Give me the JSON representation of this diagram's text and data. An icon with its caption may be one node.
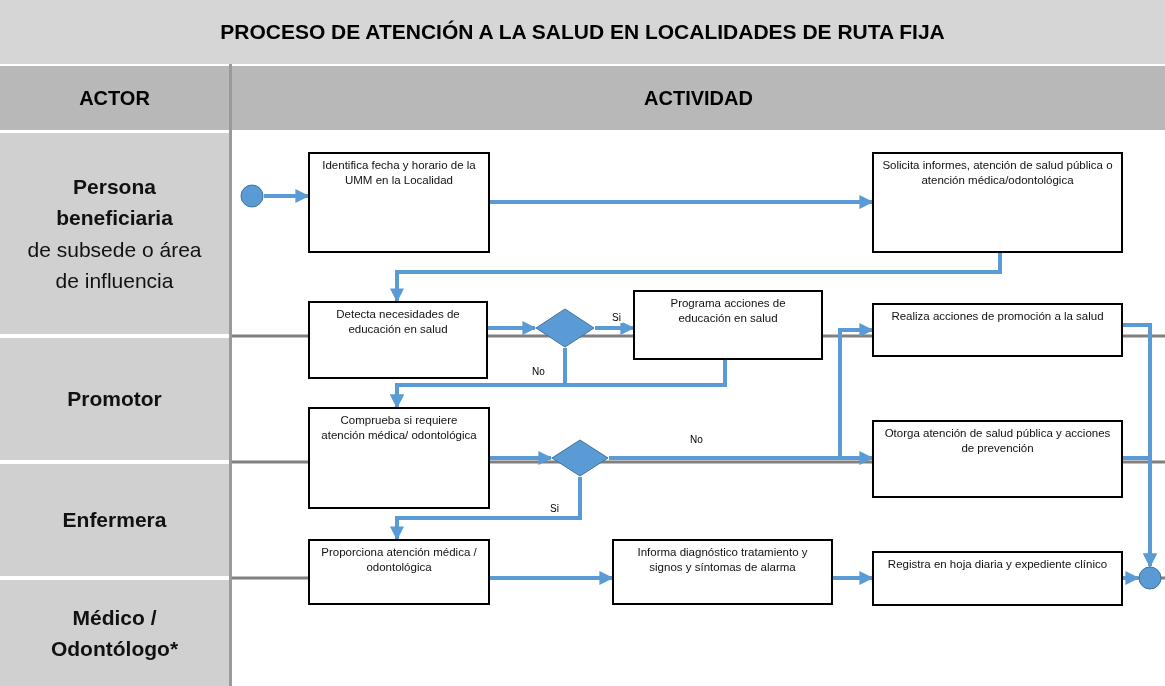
{
  "diagram": {
    "title": "PROCESO DE ATENCIÓN A LA SALUD EN LOCALIDADES DE RUTA FIJA",
    "nodes": [
      {
        "text": [
          "Persona beneficiaria",
          "de subsede o área de influencia"
        ]
      },
      {
        "text": [
          "Promotor"
        ]
      },
      {
        "text": [
          "Enfermera"
        ]
      },
      {
        "text": [
          "Médico / Odontólogo*"
        ]
      },
      {
        "text": [],
        "shape": "circle"
      },
      {
        "text": [
          "Identifica fecha y horario de la UMM en la Localidad"
        ]
      },
      {
        "text": [
          "Solicita informes, atención de salud pública o atención médica/odontológica"
        ]
      },
      {
        "text": [
          "Detecta necesidades de educación en salud"
        ]
      },
      {
        "text": [],
        "shape": "diamond"
      },
      {
        "text": [
          "Programa acciones de educación en salud"
        ]
      },
      {
        "text": [
          "Realiza acciones de promoción a la salud"
        ]
      },
      {
        "text": [
          "Comprueba si requiere atención médica/ odontológica"
        ]
      },
      {
        "text": [],
        "shape": "diamond"
      },
      {
        "text": [
          "Otorga atención de salud pública y acciones de prevención"
        ]
      },
      {
        "text": [
          "Proporciona atención médica / odontológica"
        ]
      },
      {
        "text": [
          "Informa diagnóstico tratamiento y signos y síntomas de alarma"
        ]
      },
      {
        "text": [
          "Registra en hoja diaria y expediente clínico"
        ]
      },
      {
        "text": [],
        "shape": "circle"
      }
    ],
    "edges": [
      {
        "from": 4,
        "to": 5,
        "arrow": "to"
      },
      {
        "from": 5,
        "to": 6,
        "arrow": "to"
      },
      {
        "from": 6,
        "to": 7,
        "arrow": "to"
      },
      {
        "from": 7,
        "to": 8,
        "arrow": "to"
      },
      {
        "from": 8,
        "to": 9,
        "arrow": "to",
        "label": "Si"
      },
      {
        "from": 8,
        "to": 11,
        "arrow": "to",
        "label": "No"
      },
      {
        "from": 9,
        "to": 11,
        "arrow": "to"
      },
      {
        "from": 11,
        "to": 12,
        "arrow": "to"
      },
      {
        "from": 12,
        "to": 13,
        "arrow": "to",
        "label": "No"
      },
      {
        "from": 12,
        "to": 10,
        "arrow": "to"
      },
      {
        "from": 12,
        "to": 14,
        "arrow": "to",
        "label": "Si"
      },
      {
        "from": 14,
        "to": 15,
        "arrow": "to"
      },
      {
        "from": 15,
        "to": 16,
        "arrow": "to"
      },
      {
        "from": 16,
        "to": 17,
        "arrow": "to"
      },
      {
        "from": 10,
        "to": 17,
        "arrow": "to"
      },
      {
        "from": 13,
        "to": 17,
        "arrow": "to"
      }
    ],
    "labels": [
      "ACTOR",
      "ACTIVIDAD"
    ]
  }
}
